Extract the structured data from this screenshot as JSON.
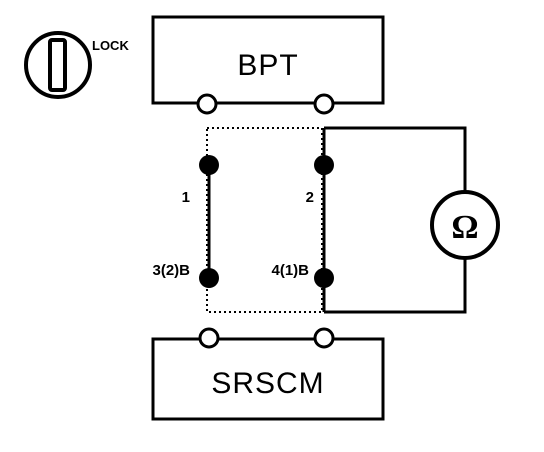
{
  "diagram": {
    "ignition": {
      "label": "LOCK",
      "icon": "ignition-key-icon"
    },
    "top_component": {
      "label": "BPT"
    },
    "bottom_component": {
      "label": "SRSCM"
    },
    "pins": {
      "top_left": "1",
      "top_right": "2",
      "bottom_left": "3(2)B",
      "bottom_right": "4(1)B"
    },
    "meter": {
      "symbol": "Ω",
      "icon": "ohmmeter-icon"
    }
  }
}
